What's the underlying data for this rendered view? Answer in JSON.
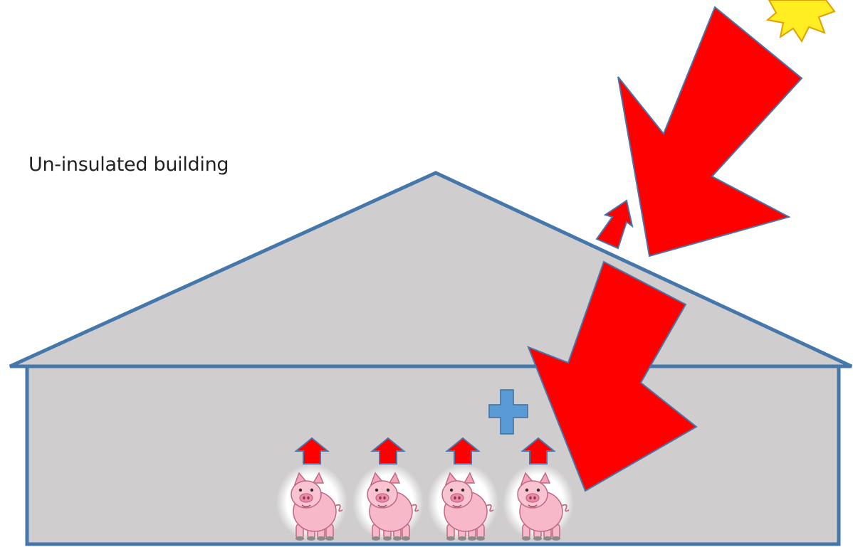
{
  "diagram": {
    "caption": "Un-insulated building",
    "colors": {
      "background": "#ffffff",
      "building_fill": "#cfcdcd",
      "building_outline": "#4677ab",
      "heat_arrow": "#ff0000",
      "heat_arrow_outline": "#4677ab",
      "plus_sign": "#5b9bd5",
      "pig_body": "#f7b9c9",
      "pig_outline": "#c0687f",
      "sun": "#ffee22",
      "sun_outline": "#e0a000"
    },
    "components": {
      "sun": "sun-icon",
      "solar_heat": "large-heat-arrow",
      "reradiated_heat": "small-heat-arrow",
      "transmitted_heat": "heat-arrow-into-building",
      "added_heat": "plus-icon",
      "animals": [
        "pig-icon",
        "pig-icon",
        "pig-icon",
        "pig-icon"
      ],
      "animal_heat": [
        "heat-up-arrow",
        "heat-up-arrow",
        "heat-up-arrow",
        "heat-up-arrow"
      ]
    }
  }
}
